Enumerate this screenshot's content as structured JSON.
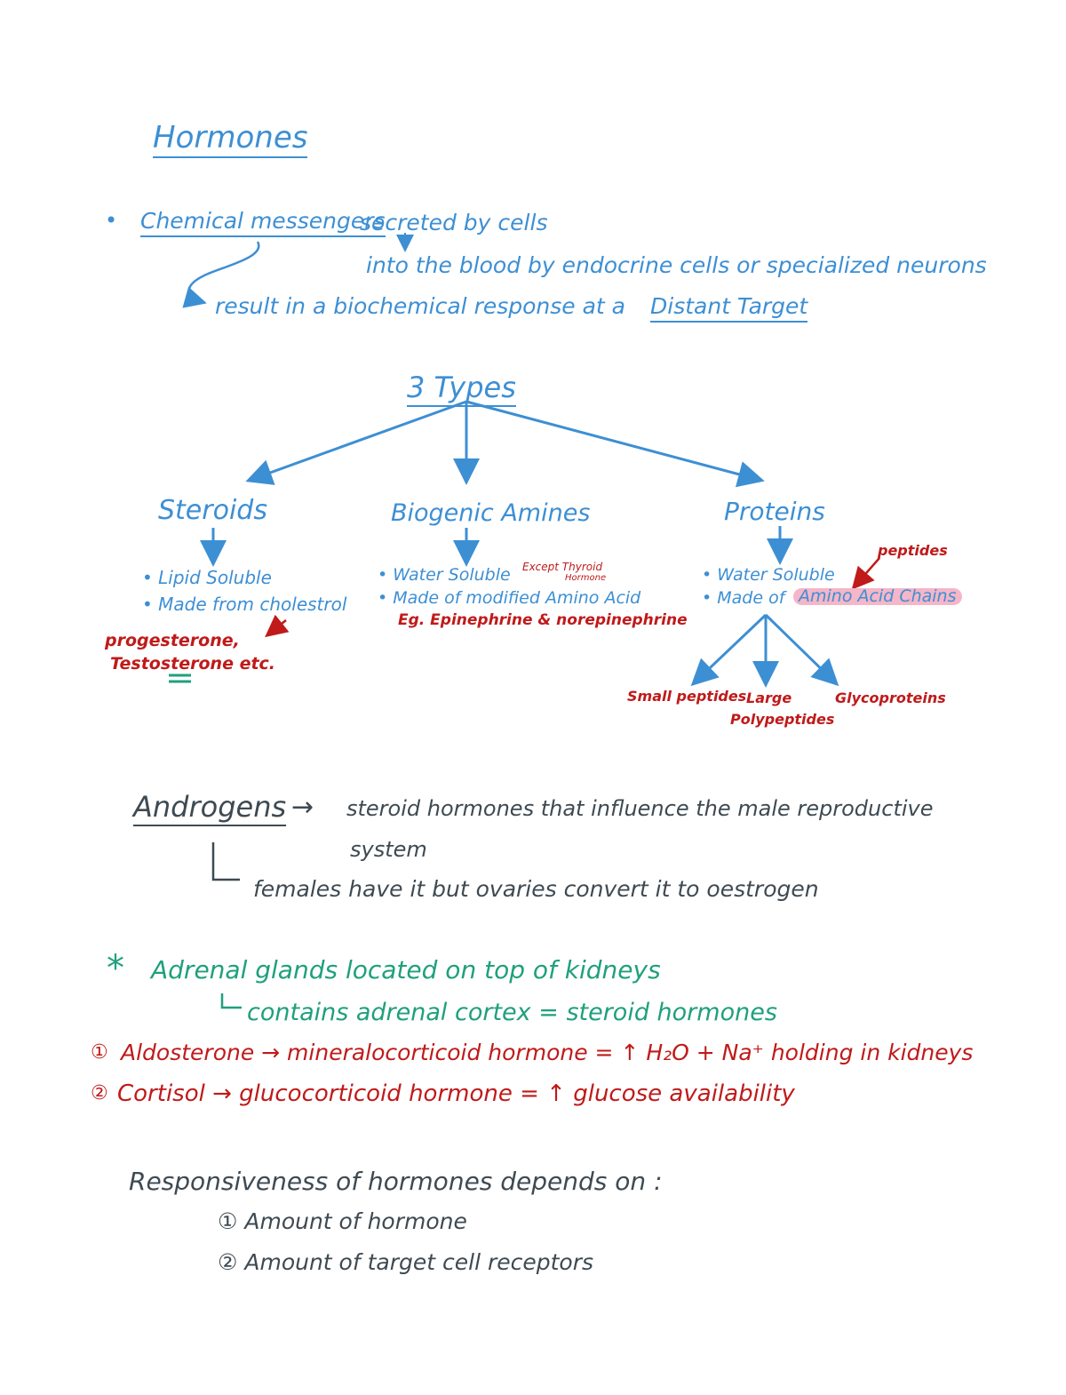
{
  "colors": {
    "blue": "#3d8fd4",
    "red": "#c01a1a",
    "green": "#1fa07c",
    "dark": "#3e4a52",
    "highlight": "#f4b6c8"
  },
  "title": "Hormones",
  "definition": {
    "bullet": "•",
    "line1_term": "Chemical messengers",
    "line1_rest": "secreted by cells",
    "line2": "into the blood by endocrine cells or specialized neurons",
    "line3_prefix": "result in a biochemical response at a",
    "line3_term": "Distant Target"
  },
  "types_heading": "3 Types",
  "steroids": {
    "title": "Steroids",
    "bullets": [
      "• Lipid Soluble",
      "• Made from cholestrol"
    ],
    "examples": [
      "progesterone,",
      "Testosterone etc."
    ]
  },
  "amines": {
    "title": "Biogenic Amines",
    "bullets": [
      "• Water Soluble",
      "• Made of modified Amino Acid"
    ],
    "note": [
      "Except Thyroid",
      "Hormone"
    ],
    "example": "Eg. Epinephrine & norepinephrine"
  },
  "proteins": {
    "title": "Proteins",
    "bullets": [
      "• Water Soluble",
      "• Made of"
    ],
    "highlight": "Amino Acid Chains",
    "peptides_note": "peptides",
    "subtypes": [
      "Small peptides",
      "Large",
      "Polypeptides",
      "Glycoproteins"
    ]
  },
  "androgens": {
    "term": "Androgens",
    "arrow": "→",
    "def1": "steroid hormones that influence the male reproductive",
    "def2": "system",
    "note": "females have it but ovaries convert it to oestrogen"
  },
  "adrenal": {
    "star": "*",
    "line1": "Adrenal glands located on top of kidneys",
    "line2": "contains adrenal cortex = steroid hormones",
    "item1_num": "①",
    "item1": "Aldosterone → mineralocorticoid hormone = ↑ H₂O + Na⁺ holding in kidneys",
    "item2_num": "②",
    "item2": "Cortisol → glucocorticoid hormone = ↑ glucose availability"
  },
  "responsiveness": {
    "heading": "Responsiveness of hormones depends on :",
    "items": [
      "① Amount of hormone",
      "② Amount of target cell receptors"
    ]
  }
}
